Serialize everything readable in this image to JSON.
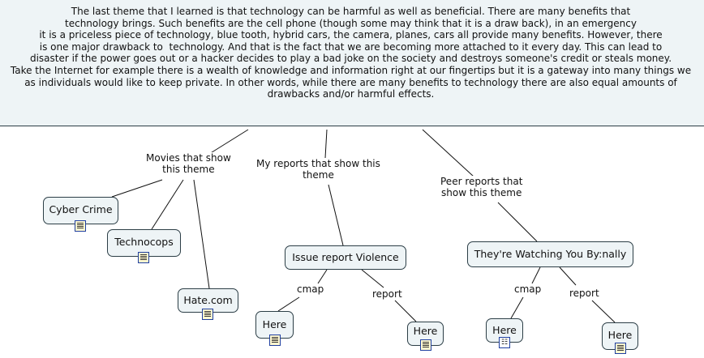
{
  "main_text": "The last theme that I learned is that technology can be harmful as well as beneficial. There are many benefits that\ntechnology brings. Such benefits are the cell phone (though some may think that it is a draw back), in an emergency\nit is a priceless piece of technology, blue tooth, hybrid cars, the camera, planes, cars all provide many benefits. However, there\nis one major drawback to  technology. And that is the fact that we are becoming more attached to it every day. This can lead to\ndisaster if the power goes out or a hacker decides to play a bad joke on the society and destroys someone's credit or steals money.\nTake the Internet for example there is a wealth of knowledge and information right at our fingertips but it is a gateway into many things we\nas individuals would like to keep private. In other words, while there are many benefits to technology there are also equal amounts of\ndrawbacks and/or harmful effects.",
  "phrases": {
    "movies": "Movies that show\nthis theme",
    "my_reports": "My reports that show this\ntheme",
    "peer_reports": "Peer reports that\nshow this theme",
    "cmap_1": "cmap",
    "report_1": "report",
    "cmap_2": "cmap",
    "report_2": "report"
  },
  "nodes": {
    "cyber_crime": "Cyber Crime",
    "technocops": "Technocops",
    "hate_com": "Hate.com",
    "issue_report": "Issue report Violence",
    "watching_you": "They're Watching You By:nally",
    "here_1": "Here",
    "here_2": "Here",
    "here_3": "Here",
    "here_4": "Here"
  },
  "icons": {
    "resource": "document-resource-icon",
    "cmap": "concept-map-icon"
  }
}
